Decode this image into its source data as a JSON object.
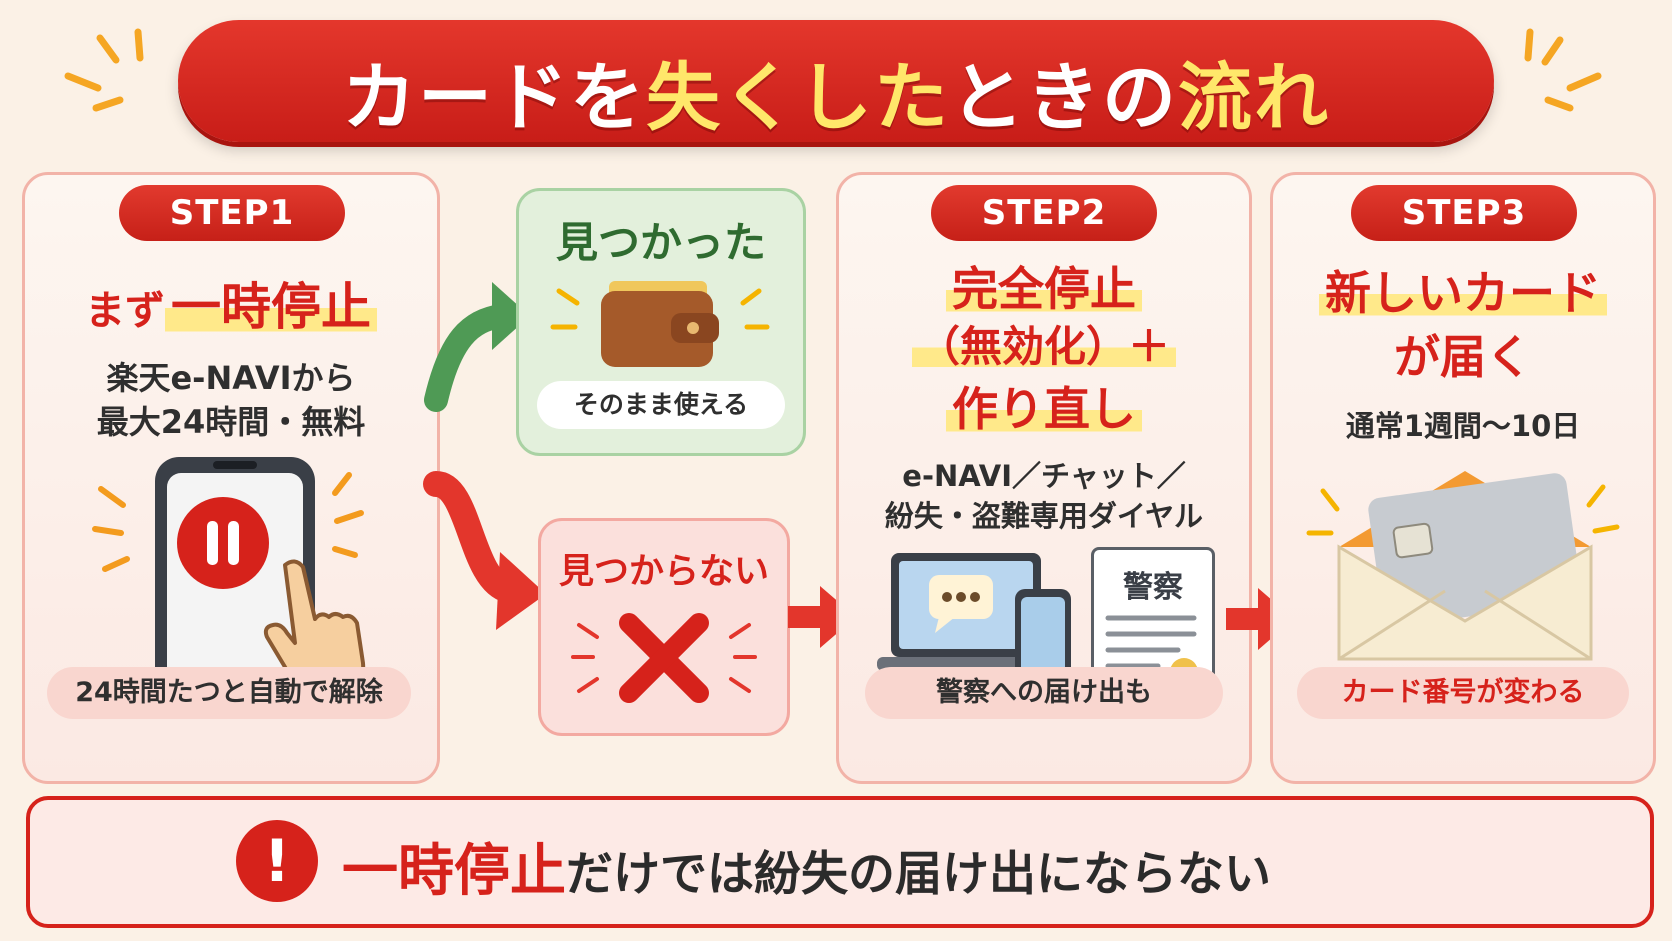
{
  "title": {
    "part1": "カードを",
    "part2": "失くした",
    "part3": "ときの",
    "part4": "流れ"
  },
  "step1": {
    "badge": "STEP1",
    "heading_pre": "まず",
    "heading_hl": "一時停止",
    "desc_line1": "楽天e-NAVIから",
    "desc_line2": "最大24時間・無料",
    "note": "24時間たつと自動で解除"
  },
  "found": {
    "heading": "見つかった",
    "note": "そのまま使える"
  },
  "not_found": {
    "heading": "見つからない"
  },
  "step2": {
    "badge": "STEP2",
    "heading_line1": "完全停止",
    "heading_line2": "（無効化）＋",
    "heading_line3": "作り直し",
    "desc_line1": "e-NAVI／チャット／",
    "desc_line2": "紛失・盗難専用ダイヤル",
    "doc_label": "警察",
    "note": "警察への届け出も"
  },
  "step3": {
    "badge": "STEP3",
    "heading_line1": "新しいカード",
    "heading_line2": "が届く",
    "desc": "通常1週間〜10日",
    "note": "カード番号が変わる"
  },
  "warning": {
    "icon_text": "!",
    "emphasis": "一時停止",
    "rest": "だけでは紛失の届け出にならない"
  },
  "colors": {
    "red": "#d6221b",
    "green": "#4f9a55",
    "highlight_yellow": "#ffe98a",
    "background": "#fbf1e6"
  },
  "icons": [
    "pause-icon",
    "phone-icon",
    "tap-hand-icon",
    "wallet-icon",
    "cross-icon",
    "laptop-chat-icon",
    "police-document-icon",
    "envelope-card-icon",
    "warning-icon"
  ]
}
